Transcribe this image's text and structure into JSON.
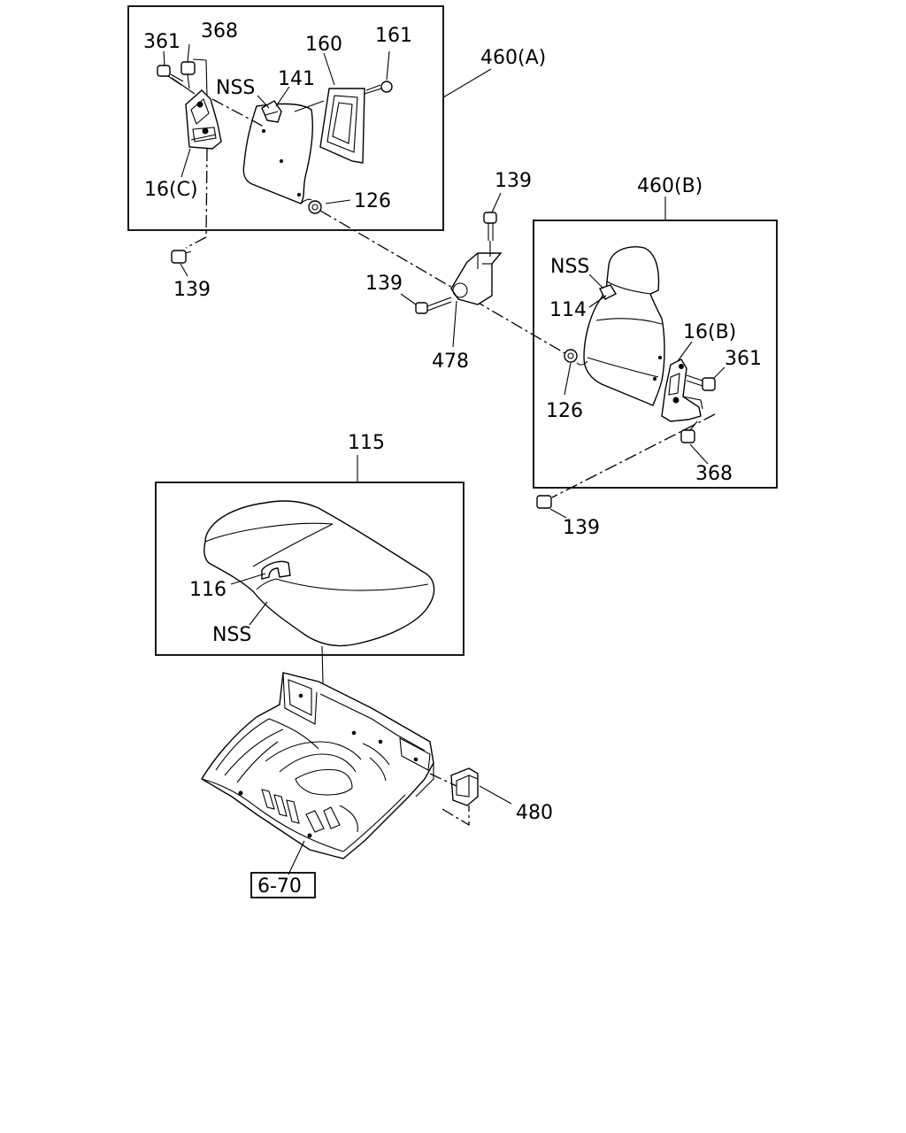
{
  "labels": {
    "l_361_a": "361",
    "l_368_a": "368",
    "l_160": "160",
    "l_161": "161",
    "l_460a": "460(A)",
    "l_nss_a": "NSS",
    "l_141": "141",
    "l_16c": "16(C)",
    "l_126_a": "126",
    "l_139_top": "139",
    "l_139_left": "139",
    "l_139_mid": "139",
    "l_478": "478",
    "l_460b": "460(B)",
    "l_nss_b": "NSS",
    "l_114": "114",
    "l_16b": "16(B)",
    "l_361_b": "361",
    "l_126_b": "126",
    "l_368_b": "368",
    "l_139_right": "139",
    "l_115": "115",
    "l_116": "116",
    "l_nss_c": "NSS",
    "l_480": "480",
    "l_6_70": "6-70"
  }
}
